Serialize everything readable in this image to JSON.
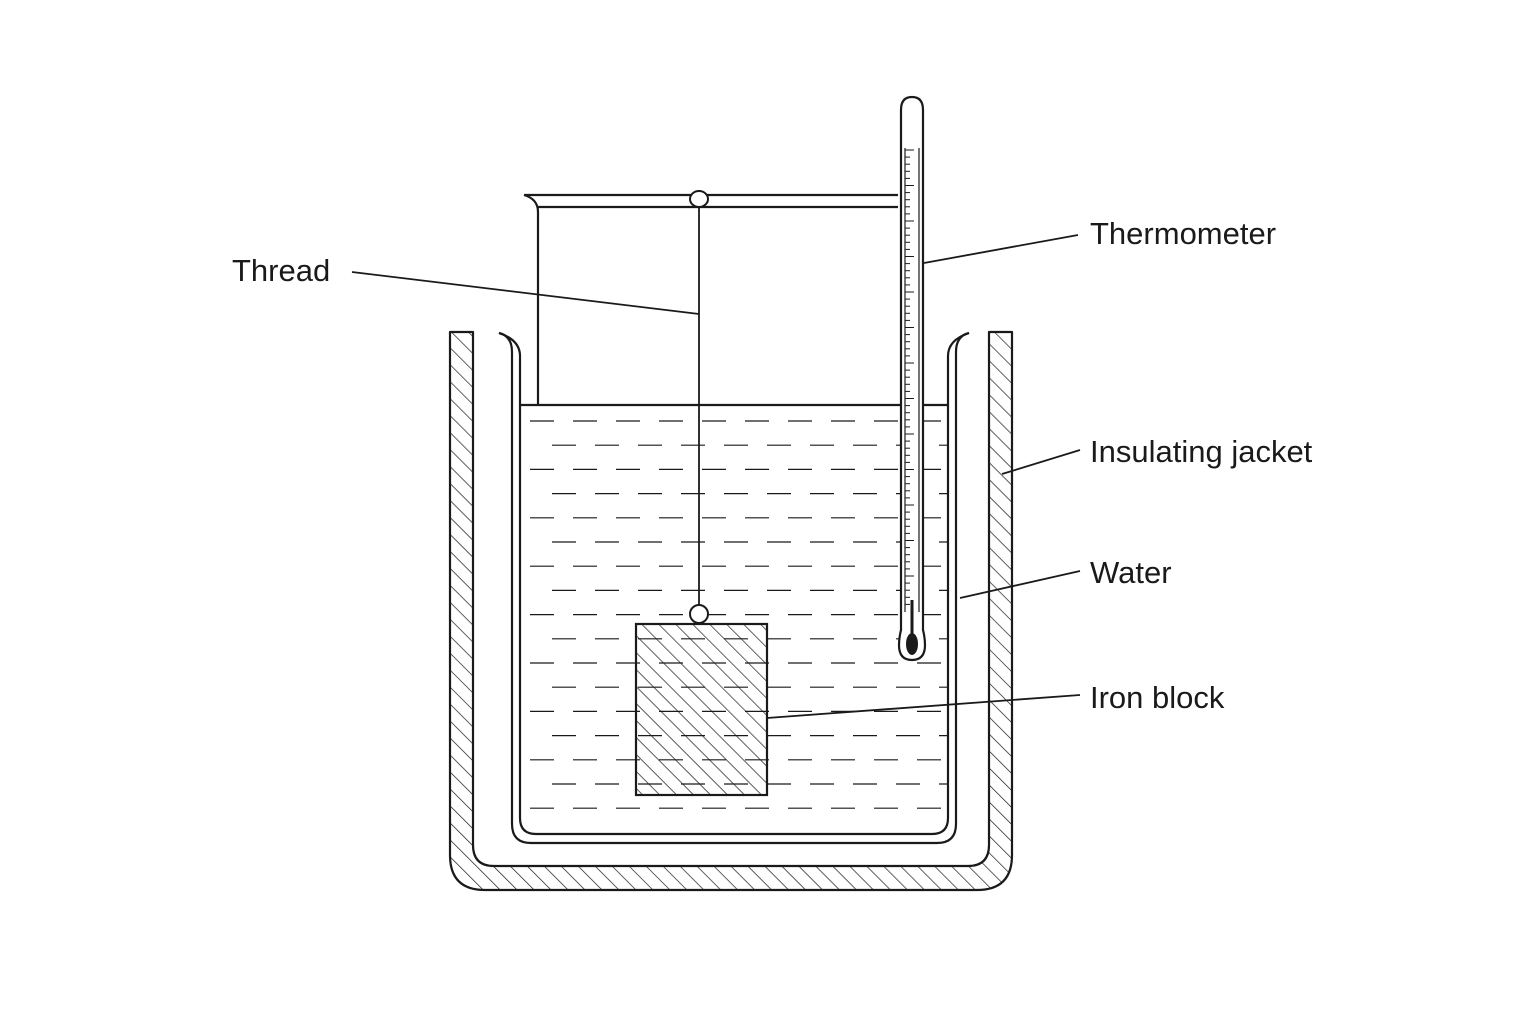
{
  "diagram": {
    "labels": {
      "thread": "Thread",
      "thermometer": "Thermometer",
      "insulating_jacket": "Insulating jacket",
      "water": "Water",
      "iron_block": "Iron block"
    },
    "colors": {
      "ink": "#1a1a1a",
      "background": "#ffffff"
    }
  }
}
